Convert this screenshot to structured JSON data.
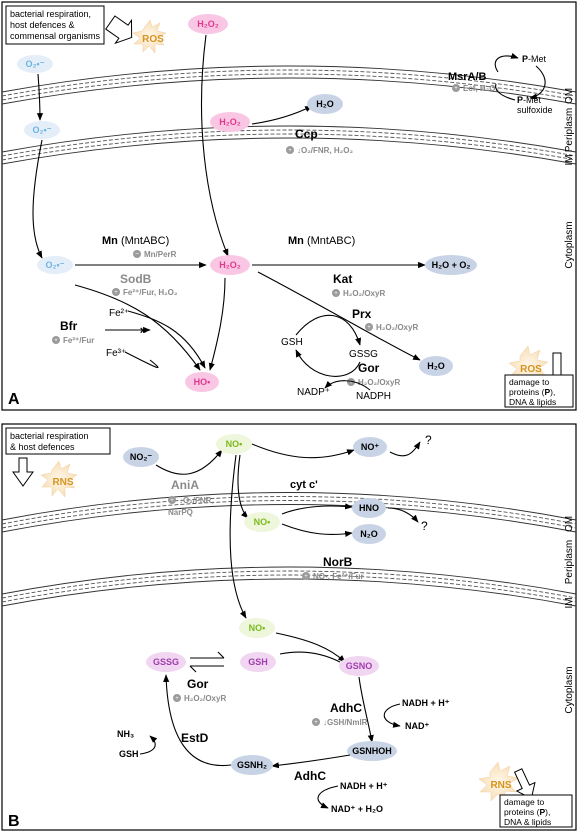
{
  "panelA": {
    "label": "A",
    "source_box": "bacterial respiration, host defences & commensal organisms",
    "ros_top": "ROS",
    "superoxide": "O₂•⁻",
    "h2o2": "H₂O₂",
    "h2o": "H₂O",
    "h2o_o2": "H₂O + O₂",
    "msr": "MsrA/B",
    "msr_reg": "Ecf, H₂O₂",
    "pmet": "P-Met",
    "pmet_sulfoxide_1": "P-Met",
    "pmet_sulfoxide_2": "sulfoxide",
    "ccp": "Ccp",
    "ccp_reg": "↓O₂/FNR, H₂O₂",
    "mn_left": "Mn (MntABC)",
    "mn_left_reg": "Mn/PerR",
    "sodb": "SodB",
    "sodb_reg": "Fe²⁺/Fur, H₂O₂",
    "mn_right": "Mn (MntABC)",
    "kat": "Kat",
    "kat_reg": "H₂O₂/OxyR",
    "prx": "Prx",
    "prx_reg": "H₂O₂/OxyR",
    "gsh": "GSH",
    "gssg": "GSSG",
    "gor": "Gor",
    "gor_reg": "H₂O₂/OxyR",
    "nadp": "NADP⁺",
    "nadph": "NADPH",
    "bfr": "Bfr",
    "bfr_reg": "Fe²⁺/Fur",
    "fe2": "Fe²⁺",
    "fe3": "Fe³⁺",
    "hydroxyl": "HO•",
    "ros_burst": "ROS",
    "damage": "damage to proteins (P), DNA & lipids",
    "om": "OM",
    "periplasm": "Periplasm",
    "im": "IM",
    "cytoplasm": "Cytoplasm"
  },
  "panelB": {
    "label": "B",
    "source_box": "bacterial respiration & host defences",
    "rns_top": "RNS",
    "no2": "NO₂⁻",
    "no": "NO•",
    "no_plus": "NO⁺",
    "q1": "?",
    "q2": "?",
    "ania": "AniA",
    "ania_reg1": "↓O₂/FNR,",
    "ania_reg2": "NarPQ",
    "cytc": "cyt c'",
    "hno": "HNO",
    "n2o": "N₂O",
    "norb": "NorB",
    "norb_reg": "NO•, Fe²⁺/Fur",
    "gsno": "GSNO",
    "gssg": "GSSG",
    "gsh": "GSH",
    "gor": "Gor",
    "gor_reg": "H₂O₂/OxyR",
    "adhc1": "AdhC",
    "adhc1_reg": "↓GSH/NmlR",
    "nadh1": "NADH + H⁺",
    "nad1": "NAD⁺",
    "gsnhoh": "GSNHOH",
    "adhc2": "AdhC",
    "nadh2": "NADH + H⁺",
    "nad2": "NAD⁺ + H₂O",
    "gsnh2": "GSNH₂",
    "estd": "EstD",
    "nh3": "NH₃",
    "gsh2": "GSH",
    "rns_burst": "RNS",
    "damage": "damage to proteins (P), DNA & lipids",
    "om": "OM",
    "periplasm": "Periplasm",
    "im": "IM",
    "cytoplasm": "Cytoplasm"
  },
  "colors": {
    "blue_oval": "#c8d4e6",
    "light_blue_oval": "#e4eef8",
    "pink_oval": "#f9c7e4",
    "green_oval": "#eef6dc",
    "purple_oval": "#f0d6f0",
    "ros_burst": "#fdf1de",
    "superoxide_text": "#6db3e3",
    "h2o2_text": "#e2388f",
    "nitric_text": "#7cba1e",
    "glutathione_text": "#a13cb0",
    "ros_text": "#d7931e",
    "reg_text": "#8a8a8a"
  }
}
